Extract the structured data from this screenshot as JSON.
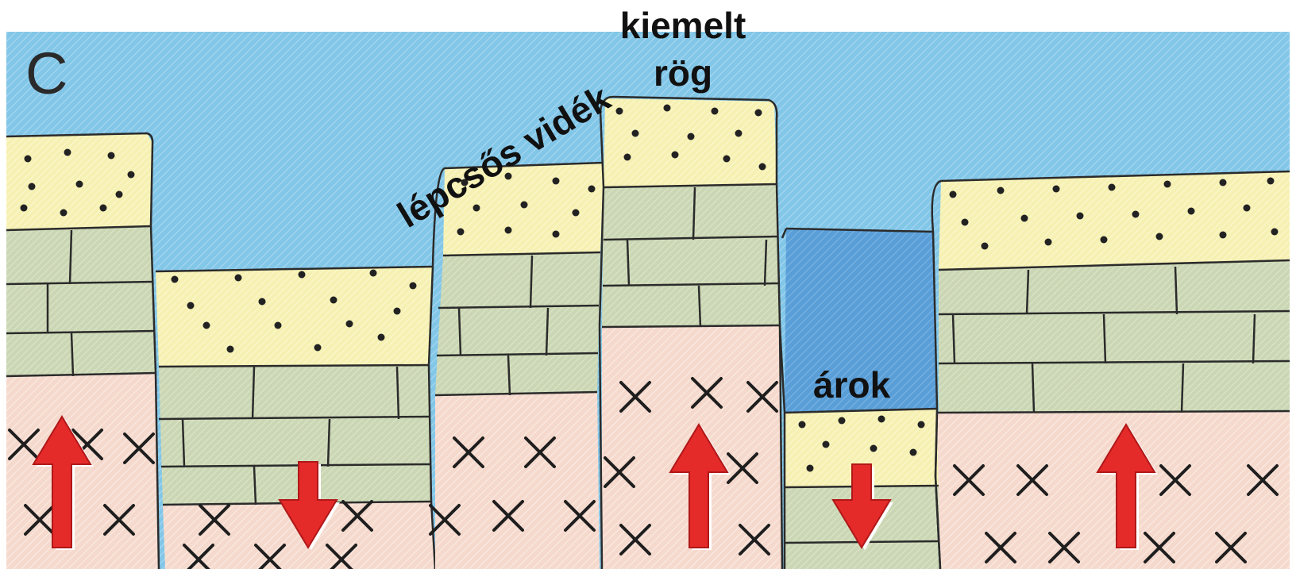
{
  "panel_letter": "C",
  "labels": {
    "kiemelt_line1": "kiemelt",
    "kiemelt_line2": "rög",
    "lepcsos": "lépcsős vidék",
    "arok": "árok"
  },
  "blocks": [
    {
      "name": "block-1",
      "motion": "up"
    },
    {
      "name": "block-2",
      "motion": "down"
    },
    {
      "name": "block-3",
      "motion": "none"
    },
    {
      "name": "block-4",
      "motion": "up"
    },
    {
      "name": "block-5",
      "motion": "down"
    },
    {
      "name": "block-6",
      "motion": "up"
    }
  ],
  "colors": {
    "sky": "#7fc4e6",
    "trench_water": "#5da0d8",
    "sand": "#f6f1b0",
    "limestone": "#ccd8b6",
    "basement": "#f5d8cc",
    "arrow": "#e52a2a",
    "ink": "#2b2b2b"
  }
}
